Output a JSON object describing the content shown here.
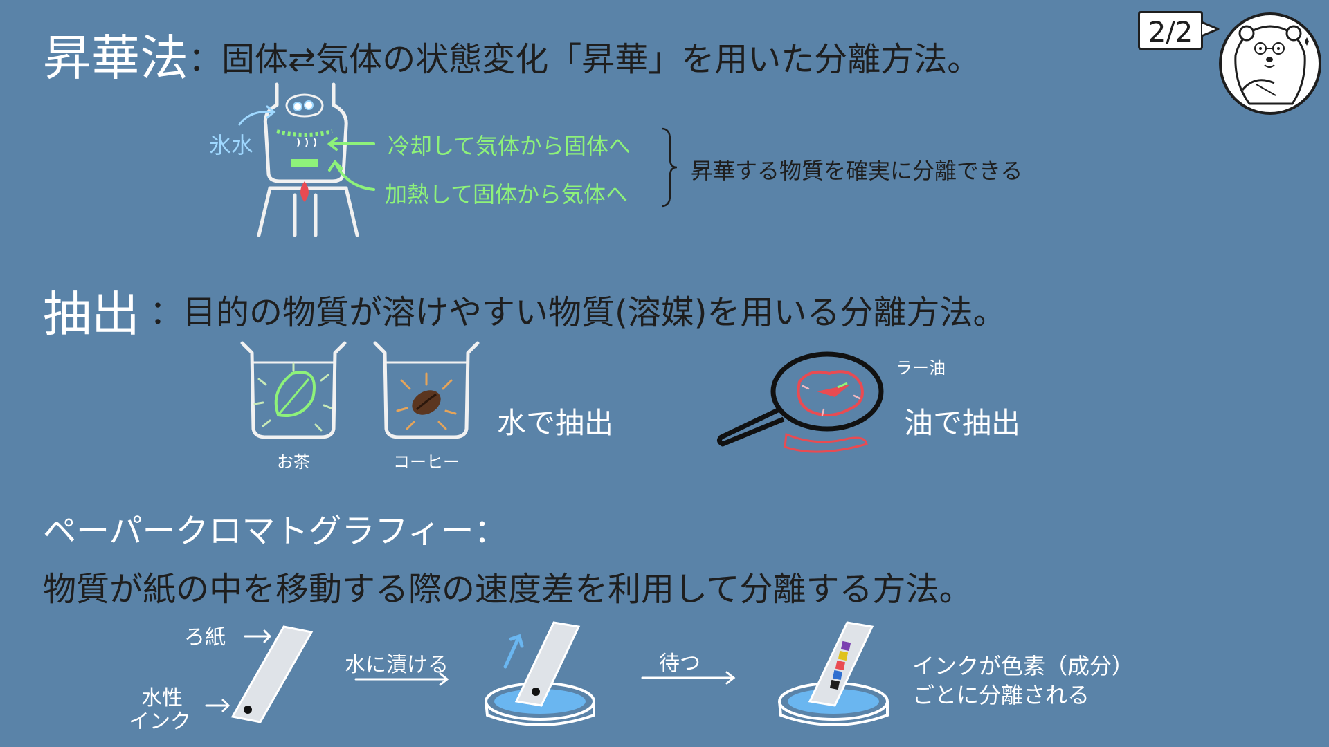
{
  "page_indicator": "2/2",
  "sublimation": {
    "term": "昇華法",
    "definition": "：固体⇄気体の状態変化「昇華」を用いた分離方法。",
    "label_ice_water": "氷水",
    "label_cooling": "冷却して気体から固体へ",
    "label_heating": "加熱して固体から気体へ",
    "summary": "昇華する物質を確実に分離できる"
  },
  "extraction": {
    "term": "抽出",
    "definition": "：目的の物質が溶けやすい物質(溶媒)を用いる分離方法。",
    "label_tea": "お茶",
    "label_coffee": "コーヒー",
    "label_water_extract": "水で抽出",
    "label_chili_oil": "ラー油",
    "label_oil_extract": "油で抽出"
  },
  "chromatography": {
    "term": "ペーパークロマトグラフィー：",
    "definition": "物質が紙の中を移動する際の速度差を利用して分離する方法。",
    "label_filter_paper": "ろ紙",
    "label_water_ink_line1": "水性",
    "label_water_ink_line2": "インク",
    "label_dip": "水に漬ける",
    "label_wait": "待つ",
    "label_result_line1": "インクが色素（成分）",
    "label_result_line2": "ごとに分離される"
  },
  "colors": {
    "background": "#5a83a8",
    "heading_dark": "#1e1e1e",
    "label_green": "#8ef27a",
    "label_blue": "#9fd8ff"
  }
}
